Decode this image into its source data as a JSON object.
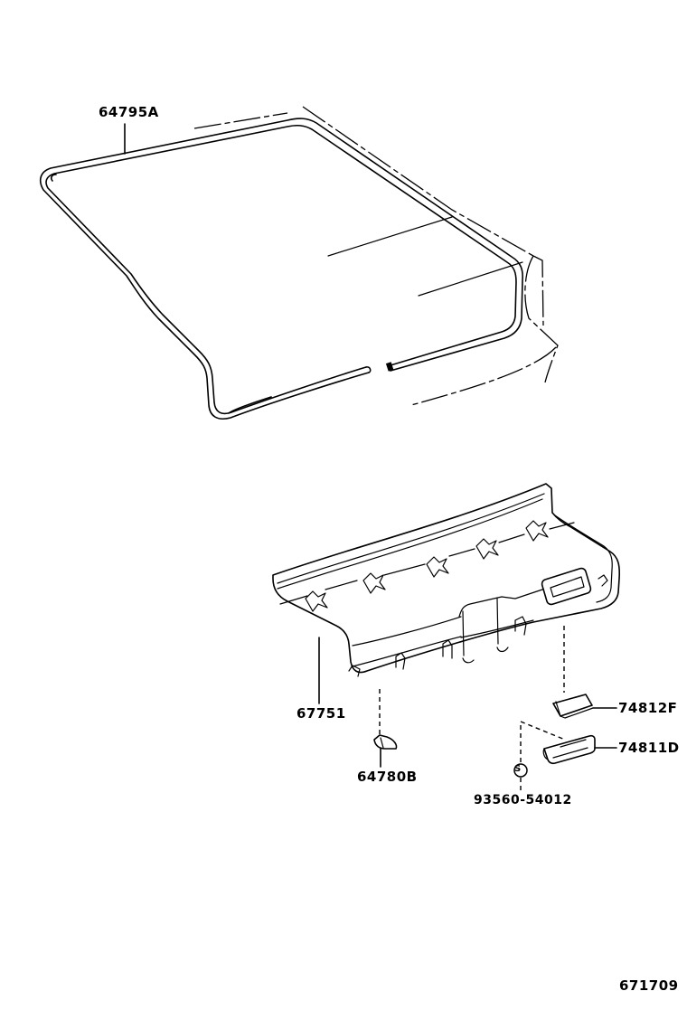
{
  "diagram": {
    "type": "parts-exploded-view",
    "subject": "Back door weatherstrip and back door trim panel",
    "colors": {
      "line": "#000000",
      "background": "#ffffff"
    },
    "parts": [
      {
        "id": "weatherstrip",
        "label": "64795A",
        "description": "back door weatherstrip (loop seal)"
      },
      {
        "id": "trim-panel",
        "label": "67751",
        "description": "back door trim board"
      },
      {
        "id": "clip",
        "label": "64780B",
        "description": "trim clip"
      },
      {
        "id": "pull-handle-cover",
        "label": "74812F",
        "description": "pull handle insert / cover"
      },
      {
        "id": "pull-handle",
        "label": "74811D",
        "description": "back door pull handle"
      },
      {
        "id": "screw",
        "label": "93560-54012",
        "description": "screw (S symbol)",
        "symbol": "S"
      }
    ],
    "figure_number": "671709"
  }
}
